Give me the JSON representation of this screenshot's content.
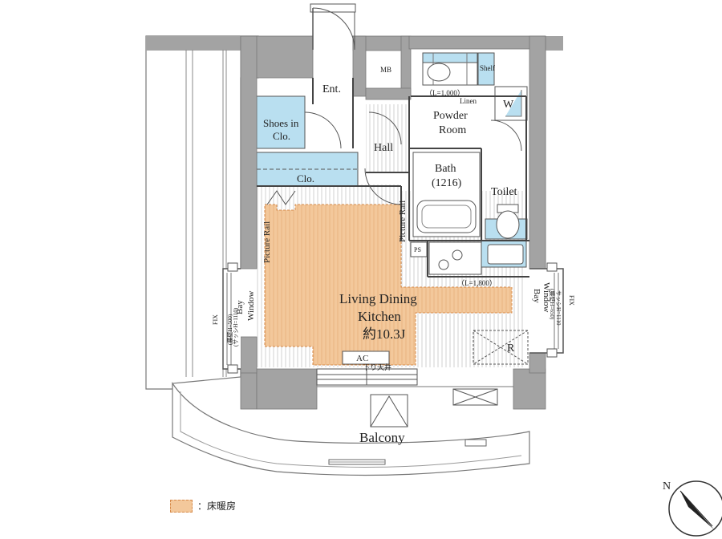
{
  "rooms": {
    "entrance": "Ent.",
    "mb": "MB",
    "shoes_closet": [
      "Shoes in",
      "Clo."
    ],
    "closet": "Clo.",
    "hall": "Hall",
    "powder_room": [
      "Powder",
      "Room"
    ],
    "washer": "W",
    "bath": [
      "Bath",
      "(1216)"
    ],
    "toilet": "Toilet",
    "ldk": [
      "Living Dining",
      "Kitchen",
      "約10.3J"
    ],
    "balcony": "Balcony",
    "ps": "PS",
    "refrigerator": "R",
    "ac": "AC"
  },
  "annotations": {
    "shelf": "Shelf",
    "shelf_length": "（L=1,000）",
    "linen": "Linen",
    "kitchen_length": "（L=1,800）",
    "picture_rail": "Picture Rail",
    "ceiling_drop": "下り天井",
    "bay_window": [
      "Bay",
      "Window"
    ],
    "fix": "FIX",
    "bay_left_detail": [
      "(腰壁H=500)",
      "(サッシH=1110)"
    ],
    "bay_right_detail": [
      "(腰壁H=650)",
      "サッシH=1110"
    ]
  },
  "legend": {
    "label": "：床暖房",
    "swatch_color": "#f3c89b"
  },
  "compass": {
    "label": "N"
  },
  "colors": {
    "wall": "#a3a3a3",
    "heated_floor": "#f3c89b",
    "storage": "#b9dff0",
    "flooring_line": "#cfcfcf"
  }
}
